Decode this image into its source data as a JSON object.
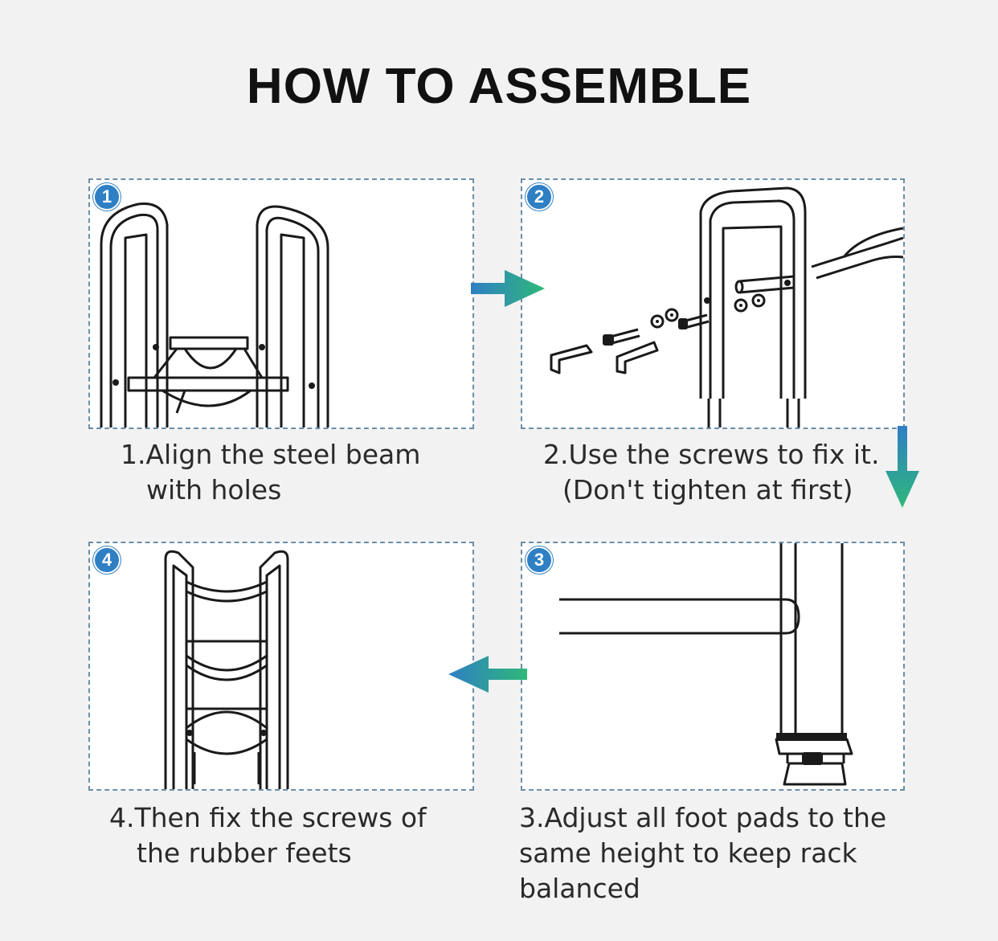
{
  "title": "HOW TO ASSEMBLE",
  "accent_color": "#2f7fc4",
  "arrow_gradient": [
    "#2f7fc4",
    "#2fb87a"
  ],
  "steps": [
    {
      "badge": "1",
      "caption_line1": "1.Align the steel beam",
      "caption_line2": "with holes",
      "caption_line3": ""
    },
    {
      "badge": "2",
      "caption_line1": "2.Use the screws to fix it.",
      "caption_line2": "(Don't tighten at first)",
      "caption_line3": ""
    },
    {
      "badge": "3",
      "caption_line1": "3.Adjust all foot pads to the",
      "caption_line2": "same height to keep rack",
      "caption_line3": "balanced"
    },
    {
      "badge": "4",
      "caption_line1": "4.Then fix the screws of",
      "caption_line2": "the rubber feets",
      "caption_line3": ""
    }
  ],
  "icons": {
    "arrow_right": "arrow-right-icon",
    "arrow_down": "arrow-down-icon",
    "arrow_left": "arrow-left-icon"
  }
}
